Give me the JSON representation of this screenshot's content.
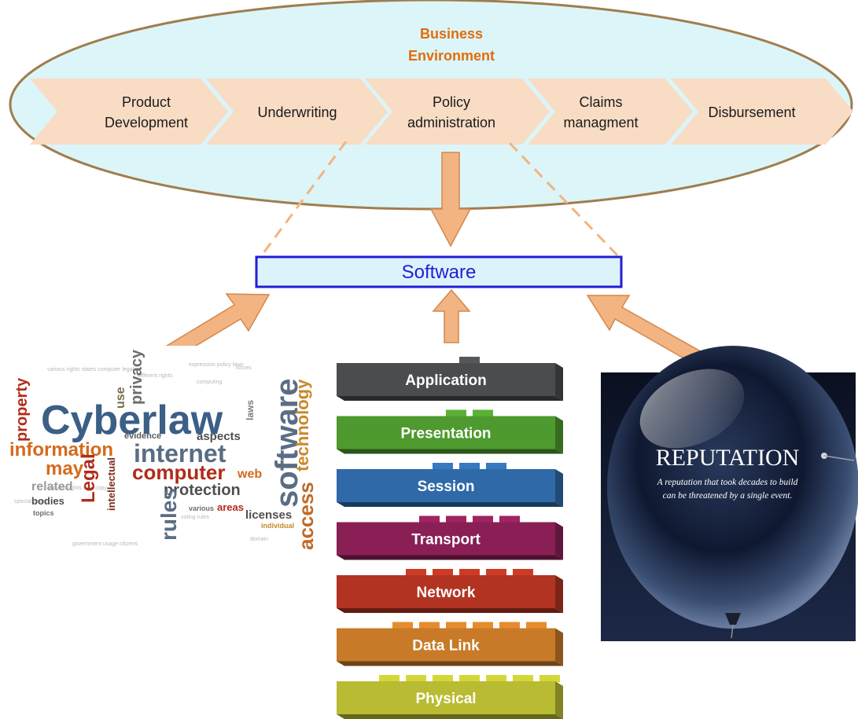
{
  "business": {
    "title_line1": "Business",
    "title_line2": "Environment",
    "stages": [
      {
        "line1": "Product",
        "line2": "Development"
      },
      {
        "line1": "Underwriting",
        "line2": ""
      },
      {
        "line1": "Policy",
        "line2": "administration"
      },
      {
        "line1": "Claims",
        "line2": "managment"
      },
      {
        "line1": "Disbursement",
        "line2": ""
      }
    ]
  },
  "software": {
    "label": "Software"
  },
  "osi": {
    "layers": [
      {
        "label": "Application",
        "color": "#4a4c4e"
      },
      {
        "label": "Presentation",
        "color": "#4e9a2e"
      },
      {
        "label": "Session",
        "color": "#2f69a8"
      },
      {
        "label": "Transport",
        "color": "#8a1f55"
      },
      {
        "label": "Network",
        "color": "#b23322"
      },
      {
        "label": "Data Link",
        "color": "#c87a28"
      },
      {
        "label": "Physical",
        "color": "#b9bb32"
      }
    ]
  },
  "cyberlaw": {
    "words": {
      "cyberlaw": "Cyberlaw",
      "internet": "internet",
      "software": "software",
      "information": "information",
      "computer": "computer",
      "legal": "Legal",
      "may": "may",
      "property": "property",
      "technology": "technology",
      "access": "access",
      "rules": "rules",
      "protection": "protection",
      "privacy": "privacy",
      "web": "web",
      "licenses": "licenses",
      "aspects": "aspects",
      "areas": "areas",
      "related": "related",
      "bodies": "bodies",
      "use": "use",
      "intellectual": "intellectual",
      "laws": "laws",
      "evidence": "evidence",
      "individual": "individual",
      "various": "various",
      "topics": "topics"
    }
  },
  "reputation": {
    "title": "REPUTATION",
    "caption_line1": "A reputation that took decades to build",
    "caption_line2": "can be threatened by a single event."
  },
  "colors": {
    "ellipse_fill": "#dcf5f8",
    "ellipse_stroke": "#a07d4e",
    "chevron_fill": "#f9dcc4",
    "arrow_fill": "#f2b482",
    "arrow_stroke": "#d4874a",
    "title_color": "#e46c0a",
    "software_fill": "#dcf3fb",
    "software_stroke": "#1f1fd6",
    "software_text": "#1f1fd6"
  }
}
